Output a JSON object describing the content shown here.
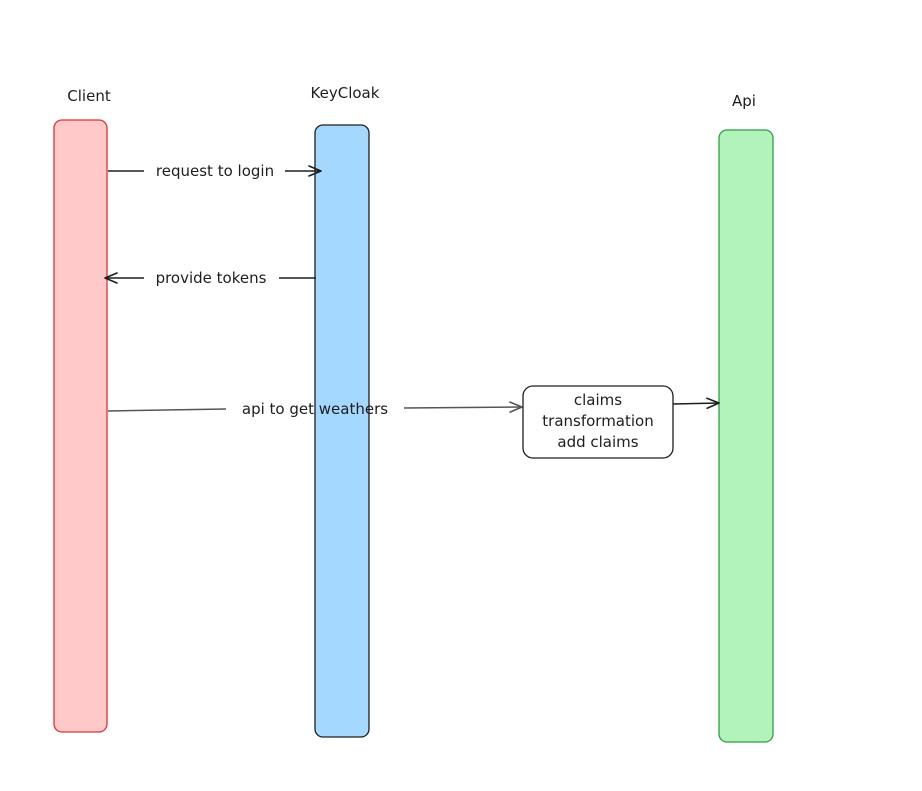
{
  "lanes": {
    "client": {
      "label": "Client",
      "fill": "#ffc9c9",
      "stroke": "#e03131"
    },
    "keycloak": {
      "label": "KeyCloak",
      "fill": "#a5d8ff",
      "stroke": "#1e1e1e"
    },
    "api": {
      "label": "Api",
      "fill": "#b2f2bb",
      "stroke": "#2f9e44"
    }
  },
  "messages": {
    "login": "request to login",
    "tokens": "provide tokens",
    "weathers": "api to get weathers"
  },
  "transform_box": {
    "line1": "claims",
    "line2": "transformation",
    "line3": "add claims"
  },
  "colors": {
    "ink": "#1e1e1e",
    "grey_arrow": "#555555"
  }
}
